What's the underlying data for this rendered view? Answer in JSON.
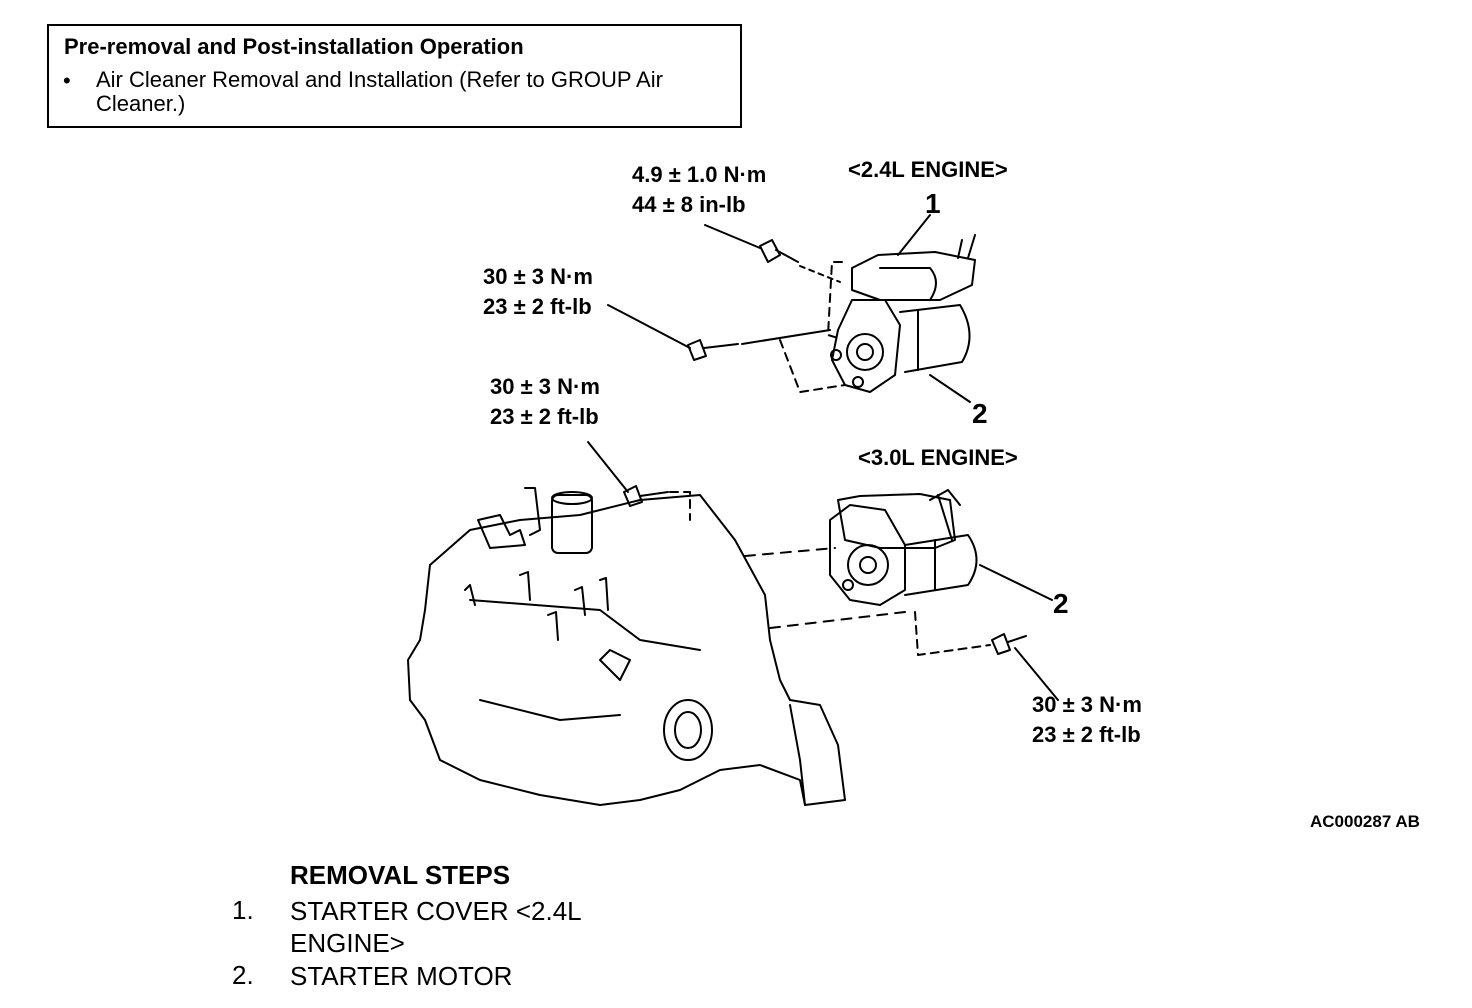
{
  "operation": {
    "title": "Pre-removal and Post-installation Operation",
    "bullet": "•",
    "item": "Air Cleaner Removal and Installation (Refer to GROUP Air Cleaner.)"
  },
  "labels": {
    "engine_24": "<2.4L ENGINE>",
    "engine_30": "<3.0L ENGINE>",
    "torque_cover_nm": "4.9 ± 1.0 N·m",
    "torque_cover_inlb": "44 ± 8 in-lb",
    "torque_a_nm": "30 ± 3 N·m",
    "torque_a_ftlb": "23 ± 2 ft-lb",
    "torque_b_nm": "30 ± 3 N·m",
    "torque_b_ftlb": "23 ± 2 ft-lb",
    "torque_c_nm": "30 ± 3 N·m",
    "torque_c_ftlb": "23 ± 2 ft-lb",
    "callout_1": "1",
    "callout_2_upper": "2",
    "callout_2_lower": "2",
    "figure_id": "AC000287 AB"
  },
  "removal": {
    "title": "REMOVAL STEPS",
    "steps": [
      {
        "num": "1.",
        "text": "STARTER COVER <2.4L ENGINE>"
      },
      {
        "num": "2.",
        "text": "STARTER MOTOR"
      }
    ]
  }
}
